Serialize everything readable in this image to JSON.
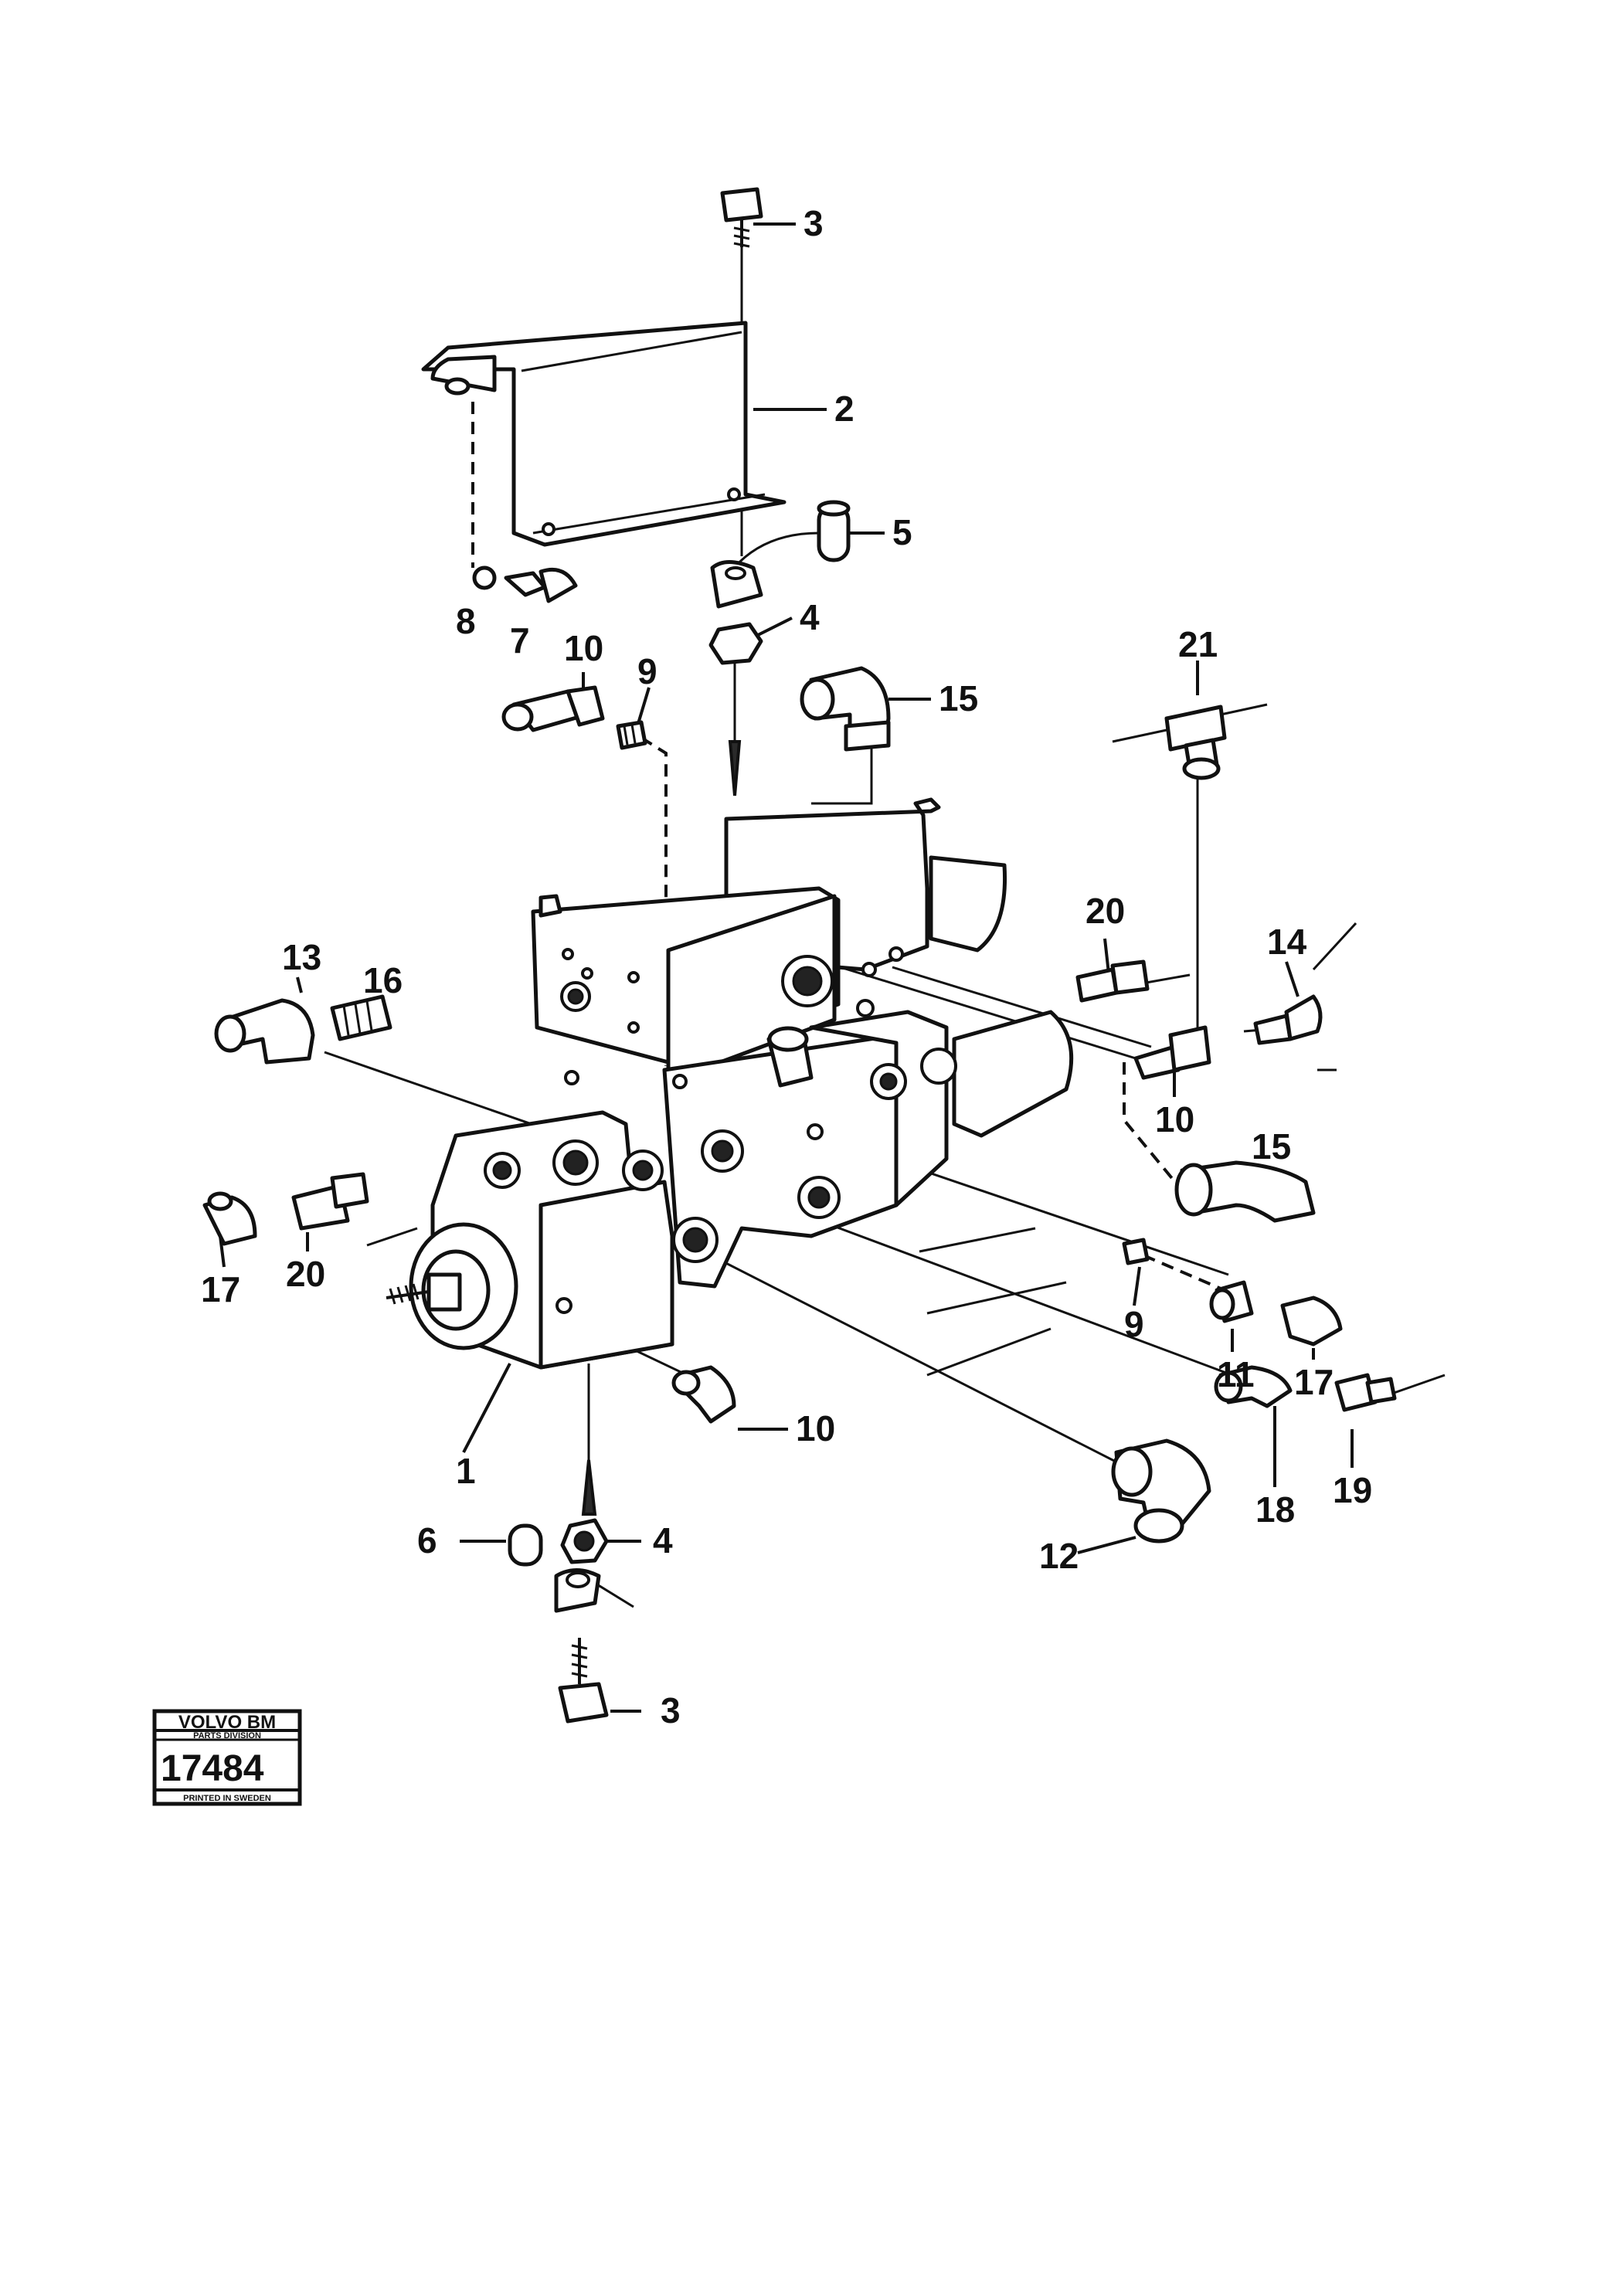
{
  "callouts": [
    {
      "id": "c3-top",
      "text": "3"
    },
    {
      "id": "c2",
      "text": "2"
    },
    {
      "id": "c5",
      "text": "5"
    },
    {
      "id": "c8",
      "text": "8"
    },
    {
      "id": "c7",
      "text": "7"
    },
    {
      "id": "c4-top",
      "text": "4"
    },
    {
      "id": "c10-top",
      "text": "10"
    },
    {
      "id": "c9-top",
      "text": "9"
    },
    {
      "id": "c15-top",
      "text": "15"
    },
    {
      "id": "c21",
      "text": "21"
    },
    {
      "id": "c20-right",
      "text": "20"
    },
    {
      "id": "c14",
      "text": "14"
    },
    {
      "id": "c13",
      "text": "13"
    },
    {
      "id": "c16",
      "text": "16"
    },
    {
      "id": "c10-right",
      "text": "10"
    },
    {
      "id": "c15-right",
      "text": "15"
    },
    {
      "id": "c17-left",
      "text": "17"
    },
    {
      "id": "c20-left",
      "text": "20"
    },
    {
      "id": "c9-right",
      "text": "9"
    },
    {
      "id": "c11",
      "text": "11"
    },
    {
      "id": "c17-right",
      "text": "17"
    },
    {
      "id": "c1",
      "text": "1"
    },
    {
      "id": "c10-bottom",
      "text": "10"
    },
    {
      "id": "c19",
      "text": "19"
    },
    {
      "id": "c18",
      "text": "18"
    },
    {
      "id": "c6",
      "text": "6"
    },
    {
      "id": "c4-bottom",
      "text": "4"
    },
    {
      "id": "c12",
      "text": "12"
    },
    {
      "id": "c3-bottom",
      "text": "3"
    }
  ],
  "badge": {
    "brand": "VOLVO BM",
    "division": "PARTS DIVISION",
    "number": "17484",
    "footer": "PRINTED IN SWEDEN"
  }
}
